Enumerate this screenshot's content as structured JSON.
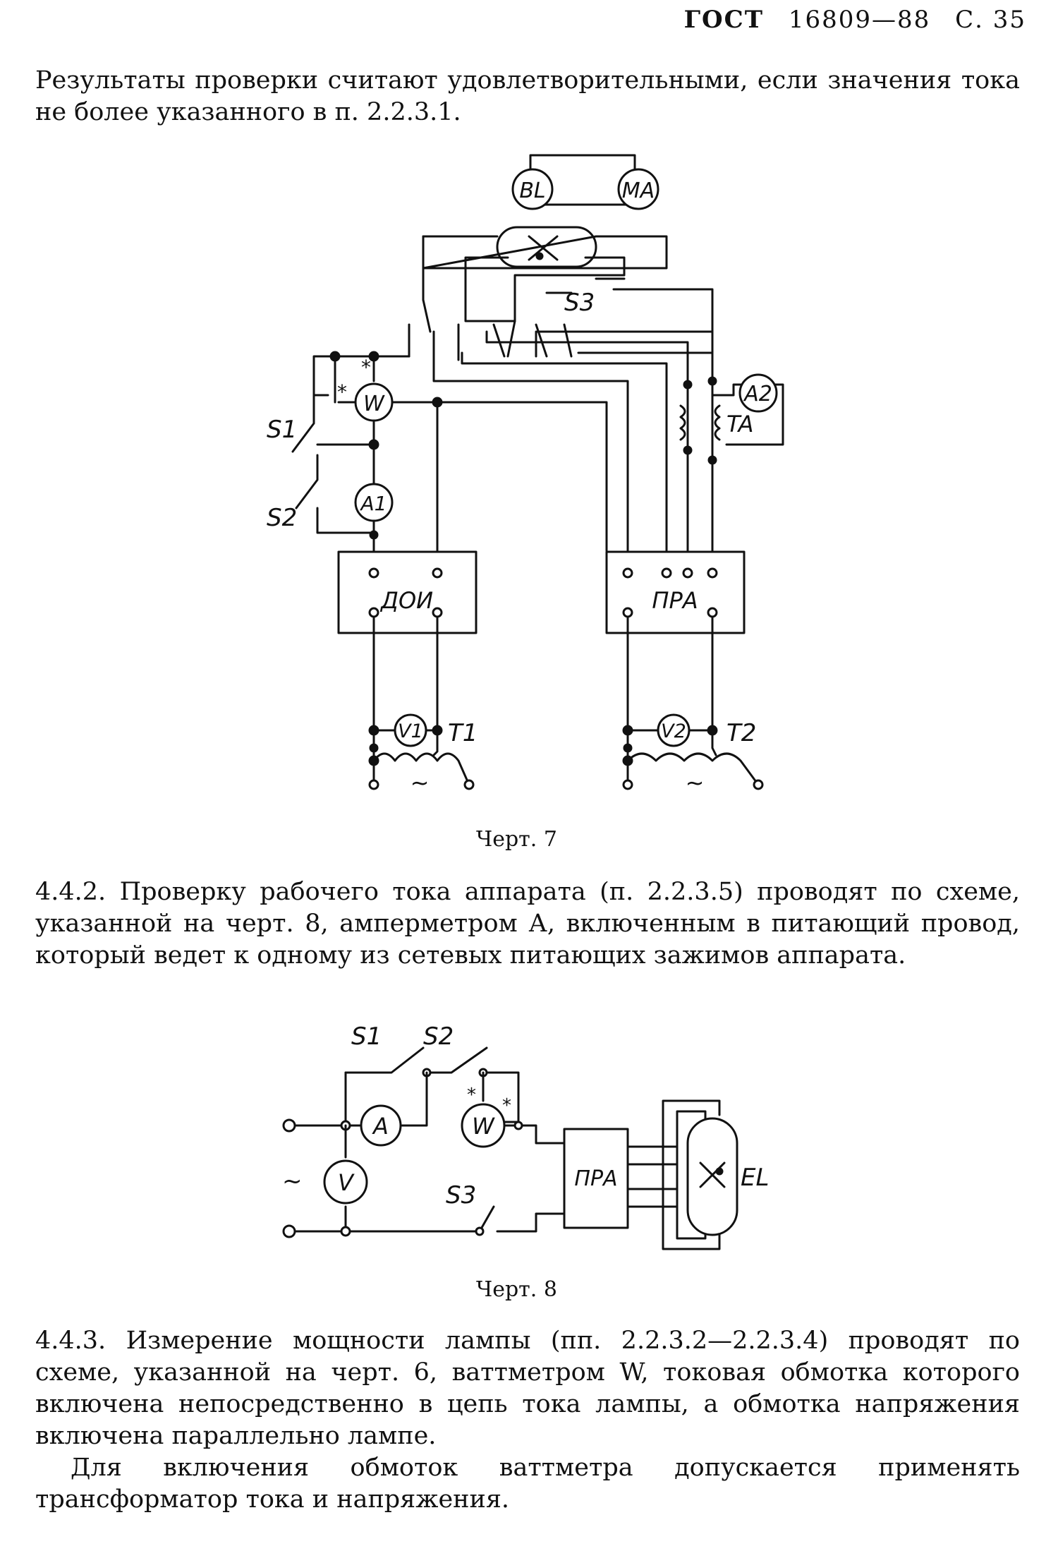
{
  "header": {
    "gost": "ГОСТ",
    "number": "16809—88",
    "page": "С. 35"
  },
  "paragraphs": {
    "p1": "Результаты проверки считают удовлетворительными, если значения тока не более указанного в п. 2.2.3.1.",
    "p442": "4.4.2. Проверку рабочего тока аппарата (п. 2.2.3.5) проводят по схеме, указанной на черт. 8, амперметром А, включенным в питающий провод, который ведет к одному из сетевых питающих зажимов аппарата.",
    "p443": "4.4.3. Измерение мощности лампы (пп. 2.2.3.2—2.2.3.4) проводят по схеме, указанной на черт. 6, ваттметром W, токовая обмотка которого включена непосредственно в цепь тока лампы, а обмотка напряжения включена параллельно лампе.",
    "p_last": "Для включения обмоток ваттметра допускается применять трансформатор тока и напряжения."
  },
  "figure7": {
    "caption": "Черт. 7",
    "labels": {
      "bl": "BL",
      "ma": "MA",
      "s3": "S3",
      "s1": "S1",
      "s2": "S2",
      "w": "W",
      "a1": "A1",
      "a2": "A2",
      "ta": "TA",
      "doi": "ДОИ",
      "pra": "ПРА",
      "v1": "V1",
      "v2": "V2",
      "t1": "T1",
      "t2": "T2",
      "ac1": "~",
      "ac2": "~",
      "star1": "*",
      "star2": "*"
    }
  },
  "figure8": {
    "caption": "Черт. 8",
    "labels": {
      "s1": "S1",
      "s2": "S2",
      "s3": "S3",
      "a": "A",
      "w": "W",
      "v": "V",
      "pra": "ПРА",
      "el": "EL",
      "ac": "~",
      "star1": "*",
      "star2": "*"
    }
  }
}
